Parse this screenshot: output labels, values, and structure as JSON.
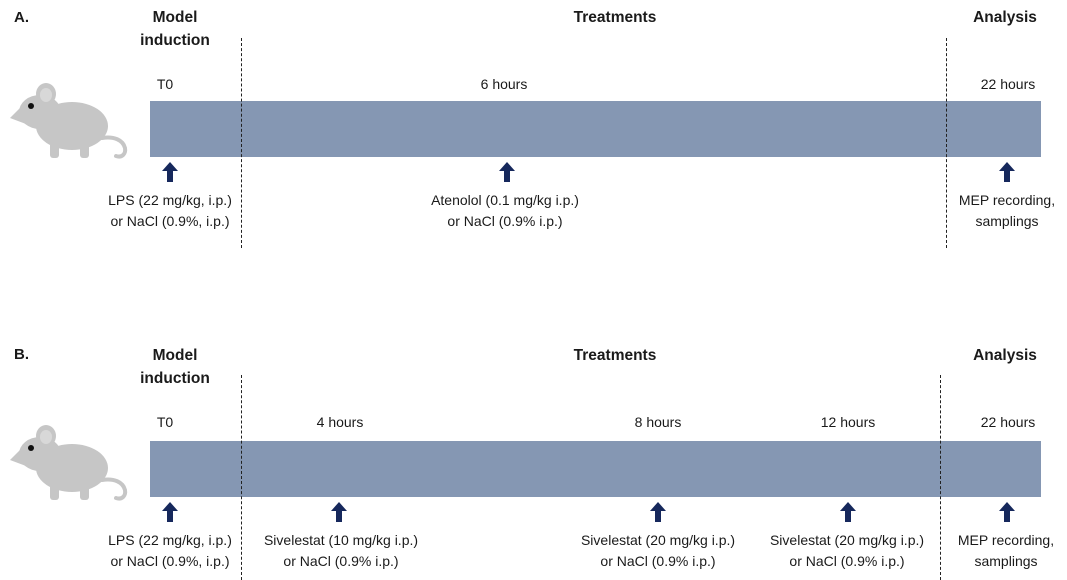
{
  "colors": {
    "bar": "#8597b3",
    "arrow": "#16285c",
    "mouse": "#c6c6c6"
  },
  "panels": [
    {
      "label": "A.",
      "headers": {
        "model": "Model induction",
        "treatments": "Treatments",
        "analysis": "Analysis"
      },
      "timepoints": [
        "T0",
        "6 hours",
        "22 hours"
      ],
      "annotations": [
        [
          "LPS (22 mg/kg, i.p.)",
          "or NaCl (0.9%, i.p.)"
        ],
        [
          "Atenolol  (0.1 mg/kg i.p.)",
          "or NaCl (0.9% i.p.)"
        ],
        [
          "MEP recording,",
          "samplings"
        ]
      ]
    },
    {
      "label": "B.",
      "headers": {
        "model": "Model induction",
        "treatments": "Treatments",
        "analysis": "Analysis"
      },
      "timepoints": [
        "T0",
        "4 hours",
        "8 hours",
        "12 hours",
        "22 hours"
      ],
      "annotations": [
        [
          "LPS (22 mg/kg, i.p.)",
          "or NaCl (0.9%, i.p.)"
        ],
        [
          "Sivelestat (10 mg/kg i.p.)",
          "or NaCl (0.9% i.p.)"
        ],
        [
          "Sivelestat (20 mg/kg i.p.)",
          "or NaCl (0.9% i.p.)"
        ],
        [
          "Sivelestat (20 mg/kg i.p.)",
          "or NaCl (0.9% i.p.)"
        ],
        [
          "MEP recording,",
          "samplings"
        ]
      ]
    }
  ]
}
